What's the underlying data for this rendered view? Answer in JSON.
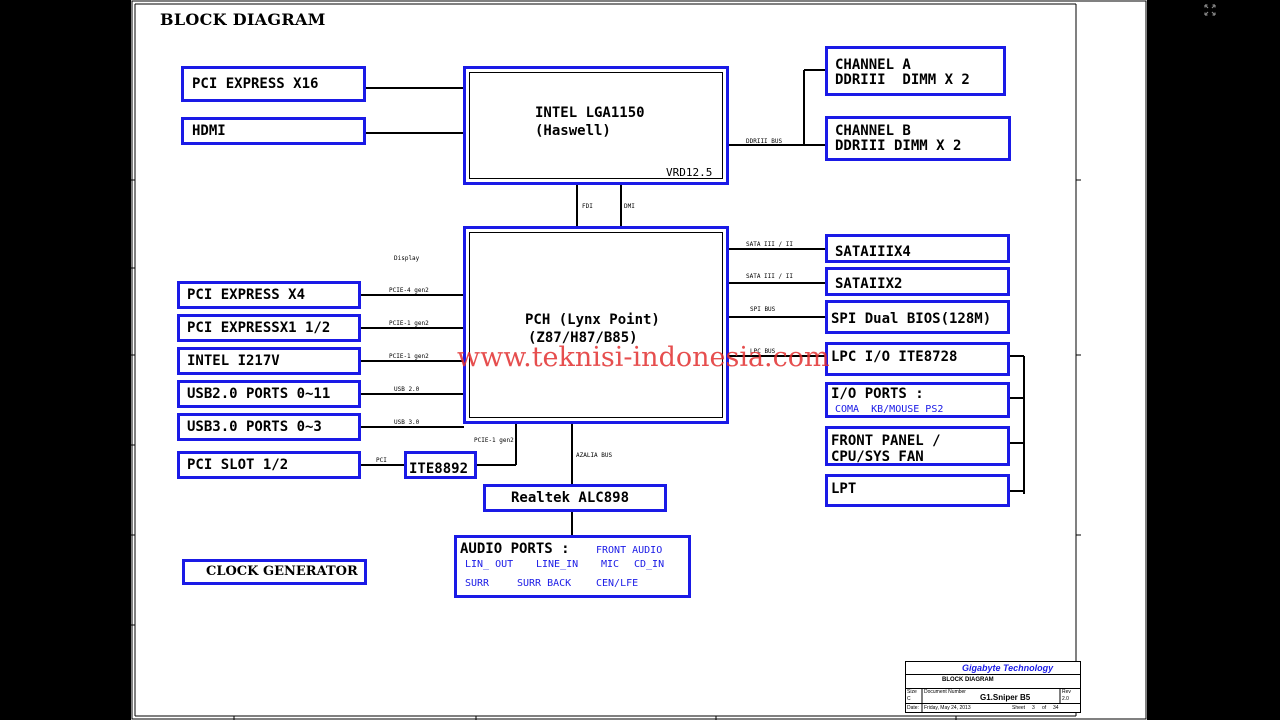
{
  "title": "BLOCK DIAGRAM",
  "cpu": {
    "line1": "INTEL LGA1150",
    "line2": "(Haswell)",
    "vrd": "VRD12.5"
  },
  "pch": {
    "line1": "PCH (Lynx Point)",
    "line2": "(Z87/H87/B85)"
  },
  "left_boxes": {
    "pcie_x16": "PCI EXPRESS X16",
    "hdmi": "HDMI",
    "pcie_x4": "PCI EXPRESS X4",
    "pcie_x1": "PCI EXPRESSX1 1/2",
    "i217v": "INTEL I217V",
    "usb2": "USB2.0 PORTS 0~11",
    "usb3": "USB3.0 PORTS 0~3",
    "pci_slot": "PCI SLOT 1/2",
    "clock": "CLOCK GENERATOR"
  },
  "ite8892": "ITE8892",
  "realtek": "Realtek ALC898",
  "audio": {
    "header": "AUDIO PORTS :",
    "front": "FRONT AUDIO",
    "row2": [
      "LIN_ OUT",
      "LINE_IN",
      "MIC",
      "CD_IN"
    ],
    "row3": [
      "SURR",
      "SURR BACK",
      "CEN/LFE"
    ]
  },
  "right_boxes": {
    "channel_a": [
      "CHANNEL A",
      "DDRIII  DIMM X 2"
    ],
    "channel_b": [
      "CHANNEL B",
      "DDRIII DIMM X 2"
    ],
    "sata3": "SATAIIIX4",
    "sata2": "SATAIIX2",
    "spi": "SPI Dual BIOS(128M)",
    "lpc_io": "LPC I/O ITE8728",
    "io_ports": "I/O PORTS :",
    "io_ports_sub": "COMA  KB/MOUSE PS2",
    "front_panel": [
      "FRONT PANEL /",
      "CPU/SYS FAN"
    ],
    "lpt": "LPT"
  },
  "bus_labels": {
    "ddriii_bus": "DDRIII BUS",
    "fdi": "FDI",
    "dmi": "DMI",
    "display": "Display",
    "pcie4_gen2": "PCIE-4 gen2",
    "pcie1_gen2_a": "PCIE-1 gen2",
    "pcie1_gen2_b": "PCIE-1 gen2",
    "usb20": "USB 2.0",
    "usb30": "USB 3.0",
    "pcie1_gen2_c": "PCIE-1 gen2",
    "pci": "PCI",
    "azalia": "AZALIA BUS",
    "sata3_bus": "SATA III / II",
    "sata2_bus": "SATA III / II",
    "spi_bus": "SPI BUS",
    "lpc_bus": "LPC BUS"
  },
  "watermark": "www.teknisi-indonesia.com",
  "title_block": {
    "company": "Gigabyte Technology",
    "sheet_title": "BLOCK DIAGRAM",
    "size_label": "Size",
    "docnum_label": "Document Number",
    "rev_label": "Rev",
    "size_value": "C",
    "doc_value": "G1.Sniper B5",
    "rev_value": "2.0",
    "date_label": "Date:",
    "date_value": "Friday, May 24, 2013",
    "sheet_label": "Sheet",
    "sheet_value": "3",
    "of_label": "of",
    "of_value": "34"
  },
  "colors": {
    "box_border": "#1a1ae6",
    "watermark": "#e23030",
    "background": "#000000",
    "paper": "#ffffff",
    "company_text": "#1a1ae6"
  }
}
